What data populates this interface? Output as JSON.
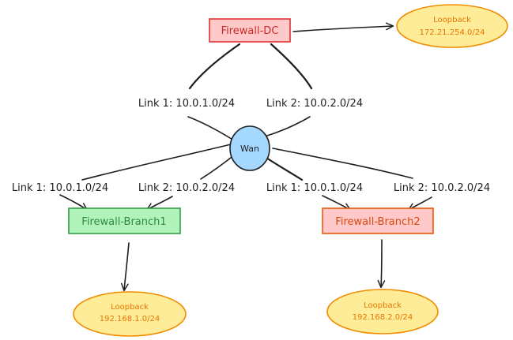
{
  "colors": {
    "stroke": "#1e1e1e",
    "red_fill": "#ffc9c9",
    "red_stroke": "#e03131",
    "red_text": "#c92a2a",
    "green_fill": "#b2f2bb",
    "green_stroke": "#2f9e44",
    "green_text": "#2b8a3e",
    "blue_fill": "#a5d8ff",
    "blue_stroke": "#1e1e1e",
    "orange_fill": "#ffc9c9",
    "orange_stroke": "#e8590c",
    "orange_text": "#d9480f",
    "yellow_fill": "#ffec99",
    "yellow_stroke": "#f08c00",
    "yellow_text": "#e67700"
  },
  "nodes": {
    "firewall_dc": {
      "label": "Firewall-DC"
    },
    "wan": {
      "label": "Wan"
    },
    "firewall_branch1": {
      "label": "Firewall-Branch1"
    },
    "firewall_branch2": {
      "label": "Firewall-Branch2"
    }
  },
  "loopbacks": {
    "dc": {
      "title": "Loopback",
      "subnet": "172.21.254.0/24"
    },
    "branch1": {
      "title": "Loopback",
      "subnet": "192.168.1.0/24"
    },
    "branch2": {
      "title": "Loopback",
      "subnet": "192.168.2.0/24"
    }
  },
  "links": {
    "dc_link1": "Link 1: 10.0.1.0/24",
    "dc_link2": "Link 2: 10.0.2.0/24",
    "b1_link1": "Link 1: 10.0.1.0/24",
    "b1_link2": "Link 2: 10.0.2.0/24",
    "b2_link1": "Link 1: 10.0.1.0/24",
    "b2_link2": "Link 2: 10.0.2.0/24"
  }
}
